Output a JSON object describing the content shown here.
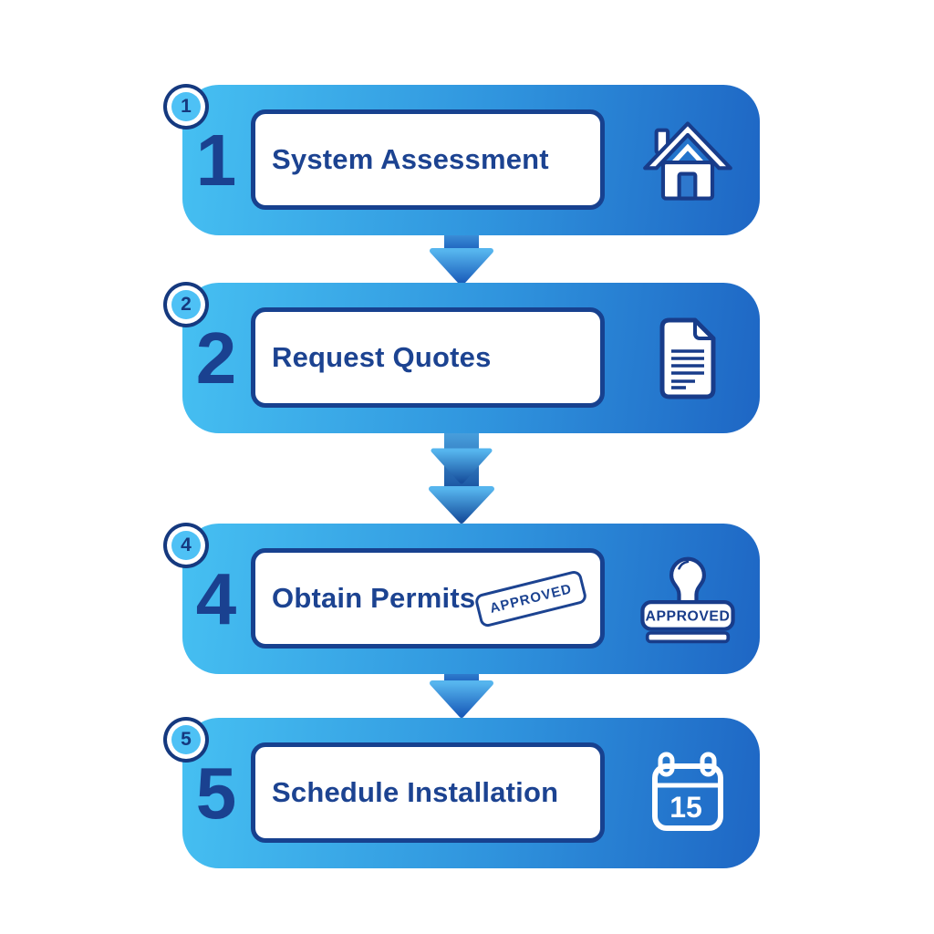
{
  "diagram": {
    "type": "vertical-process-flow",
    "background": "#ffffff"
  },
  "colors": {
    "card_gradient_start": "#46c0f2",
    "card_gradient_end": "#1e66c4",
    "navy_outline": "#183c8a",
    "label_text": "#1c4391",
    "big_number": "#1a4190",
    "badge_fill": "#4ec1f5",
    "badge_ring": "#15397f",
    "arrow_light": "#56b5ee",
    "arrow_dark": "#1a5cba",
    "box_border": "#17418f"
  },
  "steps": [
    {
      "badge": "1",
      "number": "1",
      "label": "System Assessment",
      "icon": "house-icon"
    },
    {
      "badge": "2",
      "number": "2",
      "label": "Request Quotes",
      "icon": "document-icon"
    },
    {
      "badge": "4",
      "number": "4",
      "label": "Obtain Permits",
      "icon": "approval-stamp-icon",
      "stamp_text": "APPROVED",
      "icon_text": "APPROVED"
    },
    {
      "badge": "5",
      "number": "5",
      "label": "Schedule Installation",
      "icon": "calendar-icon",
      "icon_text": "15"
    }
  ],
  "connectors": [
    {
      "type": "single-down-arrow"
    },
    {
      "type": "double-down-arrow"
    },
    {
      "type": "single-down-arrow"
    }
  ]
}
